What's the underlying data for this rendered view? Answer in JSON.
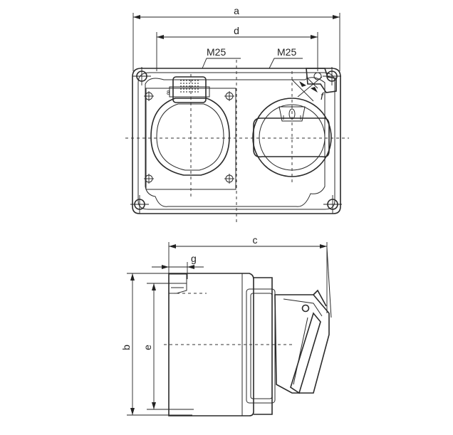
{
  "drawing": {
    "front_view": {
      "dimension_a": "a",
      "dimension_d": "d",
      "dimension_f": "f",
      "gland_left": "M25",
      "gland_right": "M25"
    },
    "side_view": {
      "dimension_b": "b",
      "dimension_c": "c",
      "dimension_e": "e",
      "dimension_g": "g"
    }
  }
}
